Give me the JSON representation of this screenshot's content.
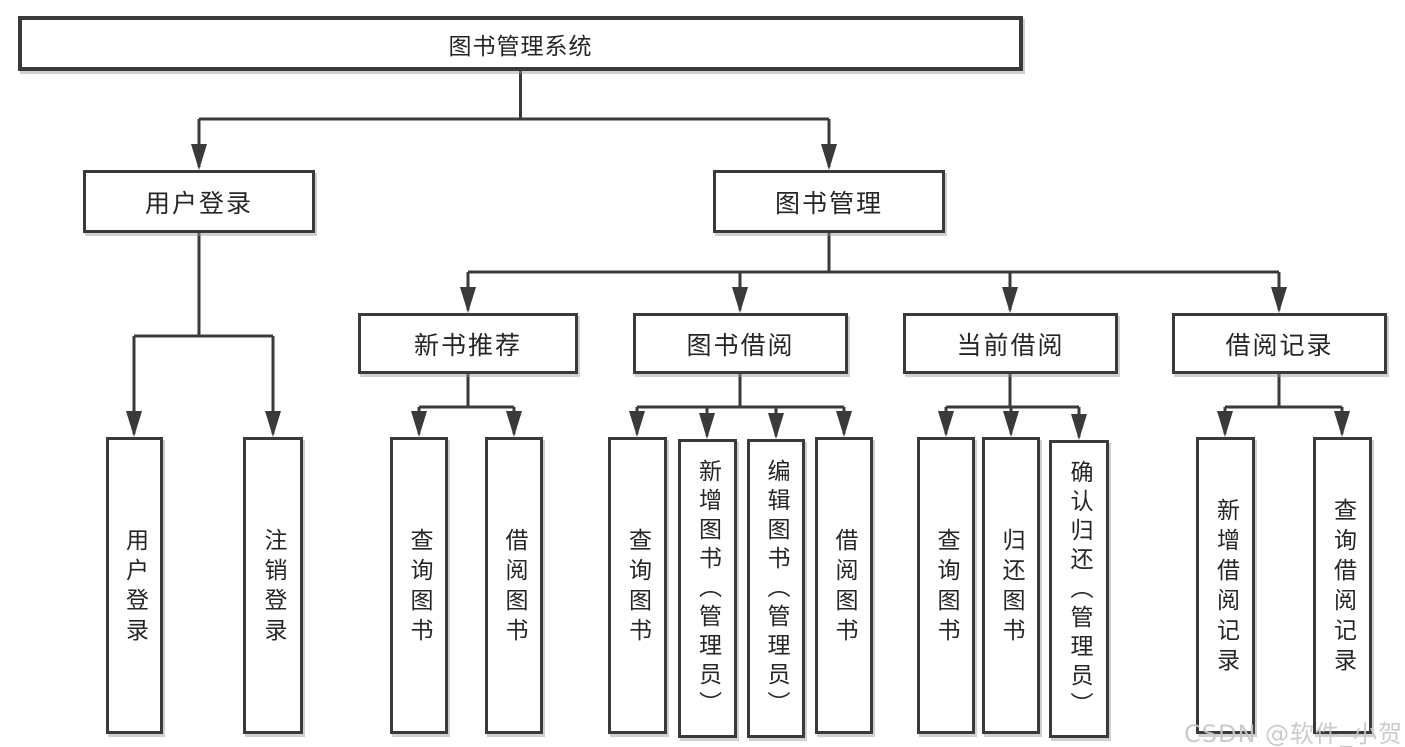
{
  "nodes": {
    "root": {
      "label": "图书管理系统"
    },
    "user_login": {
      "label": "用户登录"
    },
    "book_mgmt": {
      "label": "图书管理"
    },
    "new_book_rec": {
      "label": "新书推荐"
    },
    "book_borrow": {
      "label": "图书借阅"
    },
    "current_borrow": {
      "label": "当前借阅"
    },
    "borrow_records": {
      "label": "借阅记录"
    },
    "ul_user_login": {
      "label": "用户登录"
    },
    "ul_logout": {
      "label": "注销登录"
    },
    "nb_query": {
      "label": "查询图书"
    },
    "nb_borrow": {
      "label": "借阅图书"
    },
    "bb_query": {
      "label": "查询图书"
    },
    "bb_add": {
      "label": "新增图书（管理员）"
    },
    "bb_edit": {
      "label": "编辑图书（管理员）"
    },
    "bb_borrow": {
      "label": "借阅图书"
    },
    "cb_query": {
      "label": "查询图书"
    },
    "cb_return": {
      "label": "归还图书"
    },
    "cb_confirm": {
      "label": "确认归还（管理员）"
    },
    "br_add": {
      "label": "新增借阅记录"
    },
    "br_query": {
      "label": "查询借阅记录"
    }
  },
  "hierarchy": {
    "图书管理系统": {
      "用户登录": [
        "用户登录",
        "注销登录"
      ],
      "图书管理": {
        "新书推荐": [
          "查询图书",
          "借阅图书"
        ],
        "图书借阅": [
          "查询图书",
          "新增图书（管理员）",
          "编辑图书（管理员）",
          "借阅图书"
        ],
        "当前借阅": [
          "查询图书",
          "归还图书",
          "确认归还（管理员）"
        ],
        "借阅记录": [
          "新增借阅记录",
          "查询借阅记录"
        ]
      }
    }
  },
  "watermark": {
    "text": "CSDN @软件_小贺同学"
  },
  "colors": {
    "line": "#3a3a3a",
    "box_border": "#3a3a3a",
    "text": "#262626",
    "background": "#ffffff",
    "watermark": "#c7c7c7"
  }
}
